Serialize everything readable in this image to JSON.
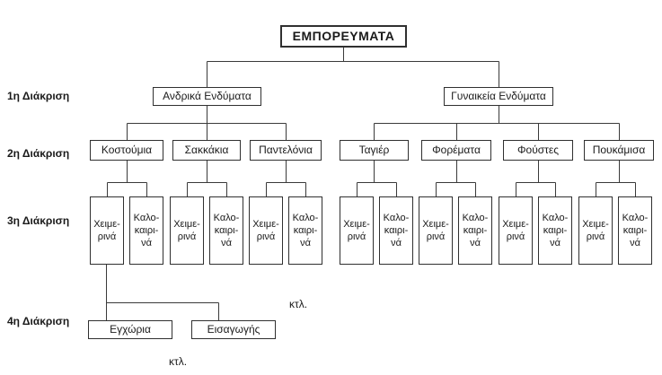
{
  "title": "ΕΜΠΟΡΕΥΜΑΤΑ",
  "row_labels": [
    "1η Διάκριση",
    "2η Διάκριση",
    "3η Διάκριση",
    "4η Διάκριση"
  ],
  "level1": [
    "Ανδρικά Ενδύματα",
    "Γυναικεία Ενδύματα"
  ],
  "level2": [
    "Κοστούμια",
    "Σακκάκια",
    "Παντελόνια",
    "Ταγιέρ",
    "Φορέματα",
    "Φούστες",
    "Πουκάμισα"
  ],
  "level3": {
    "winter": "Χειμε-\nρινά",
    "summer": "Καλο-\nκαιρι-\nνά"
  },
  "level4": [
    "Εγχώρια",
    "Εισαγωγής"
  ],
  "etc_label": "κτλ.",
  "colors": {
    "background": "#ffffff",
    "line": "#3a3a3a",
    "border": "#303030",
    "text": "#1a1a1a"
  }
}
